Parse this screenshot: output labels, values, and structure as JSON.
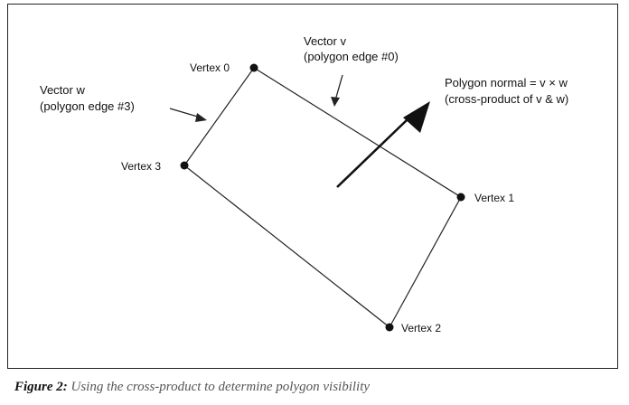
{
  "vertices": [
    {
      "label": "Vertex 0"
    },
    {
      "label": "Vertex 1"
    },
    {
      "label": "Vertex 2"
    },
    {
      "label": "Vertex 3"
    }
  ],
  "labels": {
    "vector_v": "Vector v",
    "vector_v_sub": "(polygon edge #0)",
    "vector_w": "Vector w",
    "vector_w_sub": "(polygon edge #3)",
    "normal": "Polygon normal = v × w",
    "normal_sub": "(cross-product of v & w)"
  },
  "caption": {
    "figure": "Figure 2:",
    "text": "Using the cross-product to determine polygon visibility"
  },
  "colors": {
    "stroke": "#222222",
    "vertex": "#111111"
  }
}
